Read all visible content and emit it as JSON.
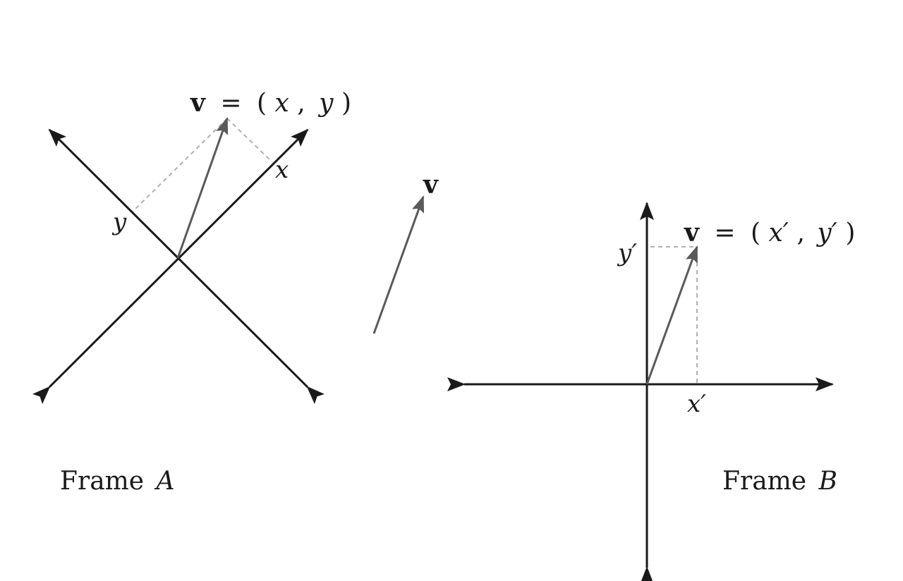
{
  "frame_a": {
    "title_word": "Frame",
    "title_letter": "A",
    "vector_symbol": "v",
    "equals": "=",
    "coord_open": "(",
    "coord_x": "x",
    "comma": ",",
    "coord_y": "y",
    "coord_close": ")",
    "x_axis_label": "x",
    "y_axis_label": "y"
  },
  "middle": {
    "vector_symbol": "v"
  },
  "frame_b": {
    "title_word": "Frame",
    "title_letter": "B",
    "vector_symbol": "v",
    "equals": "=",
    "coord_open": "(",
    "coord_x": "x′",
    "comma": ",",
    "coord_y": "y′",
    "coord_close": ")",
    "x_axis_label": "x′",
    "y_axis_label": "y′"
  },
  "colors": {
    "axis": "#1a1a1a",
    "vector": "#5a5a5a",
    "projection": "#b0b0b0"
  }
}
